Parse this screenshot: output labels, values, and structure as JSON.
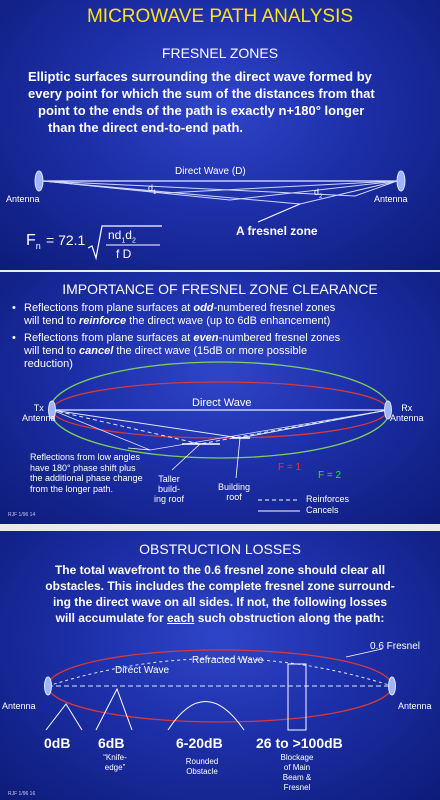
{
  "panel1": {
    "title": "MICROWAVE PATH ANALYSIS",
    "subtitle": "FRESNEL ZONES",
    "description_lines": [
      "Elliptic surfaces surrounding the direct wave formed by",
      "every point for which the sum of the distances from that",
      "point to the ends of the path is exactly n+180° longer",
      "than the direct end-to-end path."
    ],
    "direct_wave_label": "Direct Wave (D)",
    "d1_label": "d",
    "d1_sub": "1",
    "d2_label": "d",
    "d2_sub": "2",
    "antenna_left": "Antenna",
    "antenna_right": "Antenna",
    "fresnel_zone_label": "A fresnel zone",
    "formula": {
      "lhs": "F",
      "lhs_sub": "n",
      "equals": "= 72.1",
      "numerator": "nd",
      "num_sub1": "1",
      "num_d": "d",
      "num_sub2": "2",
      "denominator": "f D"
    }
  },
  "panel2": {
    "title": "IMPORTANCE OF FRESNEL ZONE CLEARANCE",
    "bullet1": {
      "l1_pre": "Reflections from plane surfaces at ",
      "l1_em": "odd",
      "l1_post": "-numbered fresnel zones",
      "l2_pre": "will tend to ",
      "l2_em": "reinforce",
      "l2_post": " the direct wave (up to 6dB enhancement)"
    },
    "bullet2": {
      "l1_pre": "Reflections from plane surfaces at ",
      "l1_em": "even",
      "l1_post": "-numbered fresnel zones",
      "l2_pre": "will tend to ",
      "l2_em": "cancel",
      "l2_post": " the direct wave (15dB or more possible",
      "l3": "reduction)"
    },
    "tx_line1": "Tx",
    "tx_line2": "Antenna",
    "rx_line1": "Rx",
    "rx_line2": "Antenna",
    "direct_wave_label": "Direct Wave",
    "reflections_lines": [
      "Reflections from low angles",
      "have 180° phase shift plus",
      "the additional phase change",
      "from the longer path."
    ],
    "taller_roof_lines": [
      "Taller",
      "build-",
      "ing roof"
    ],
    "building_roof_lines": [
      "Building",
      "roof"
    ],
    "f1_label": "F = 1",
    "f2_label": "F = 2",
    "reinforces_label": "Reinforces",
    "cancels_label": "Cancels",
    "credit": "RJF 1/96 14",
    "colors": {
      "f1": "#ff2a2a",
      "f2": "#33dd33",
      "ellipse_outer": "#7fcf5a",
      "ellipse_inner": "#d43a3a"
    }
  },
  "panel3": {
    "title": "OBSTRUCTION LOSSES",
    "description_lines": [
      "The total wavefront to the 0.6 fresnel zone should clear all",
      "obstacles. This includes the complete fresnel zone surround-",
      "ing the direct wave on all sides.  If not, the following losses",
      "will accumulate for each such obstruction along the path:"
    ],
    "each_word": "each",
    "fresnel_06_label": "0.6 Fresnel",
    "direct_wave_label": "Direct Wave",
    "refracted_wave_label": "Refracted Wave",
    "antenna_left": "Antenna",
    "antenna_right": "Antenna",
    "losses": [
      {
        "value": "0dB",
        "caption_lines": []
      },
      {
        "value": "6dB",
        "caption_lines": [
          "“Knife-",
          "edge”"
        ]
      },
      {
        "value": "6-20dB",
        "caption_lines": [
          "Rounded",
          "Obstacle"
        ]
      },
      {
        "value": "26 to >100dB",
        "caption_lines": [
          "Blockage",
          "of Main",
          "Beam &",
          "Fresnel"
        ]
      }
    ],
    "credit": "RJF 1/96 16"
  }
}
